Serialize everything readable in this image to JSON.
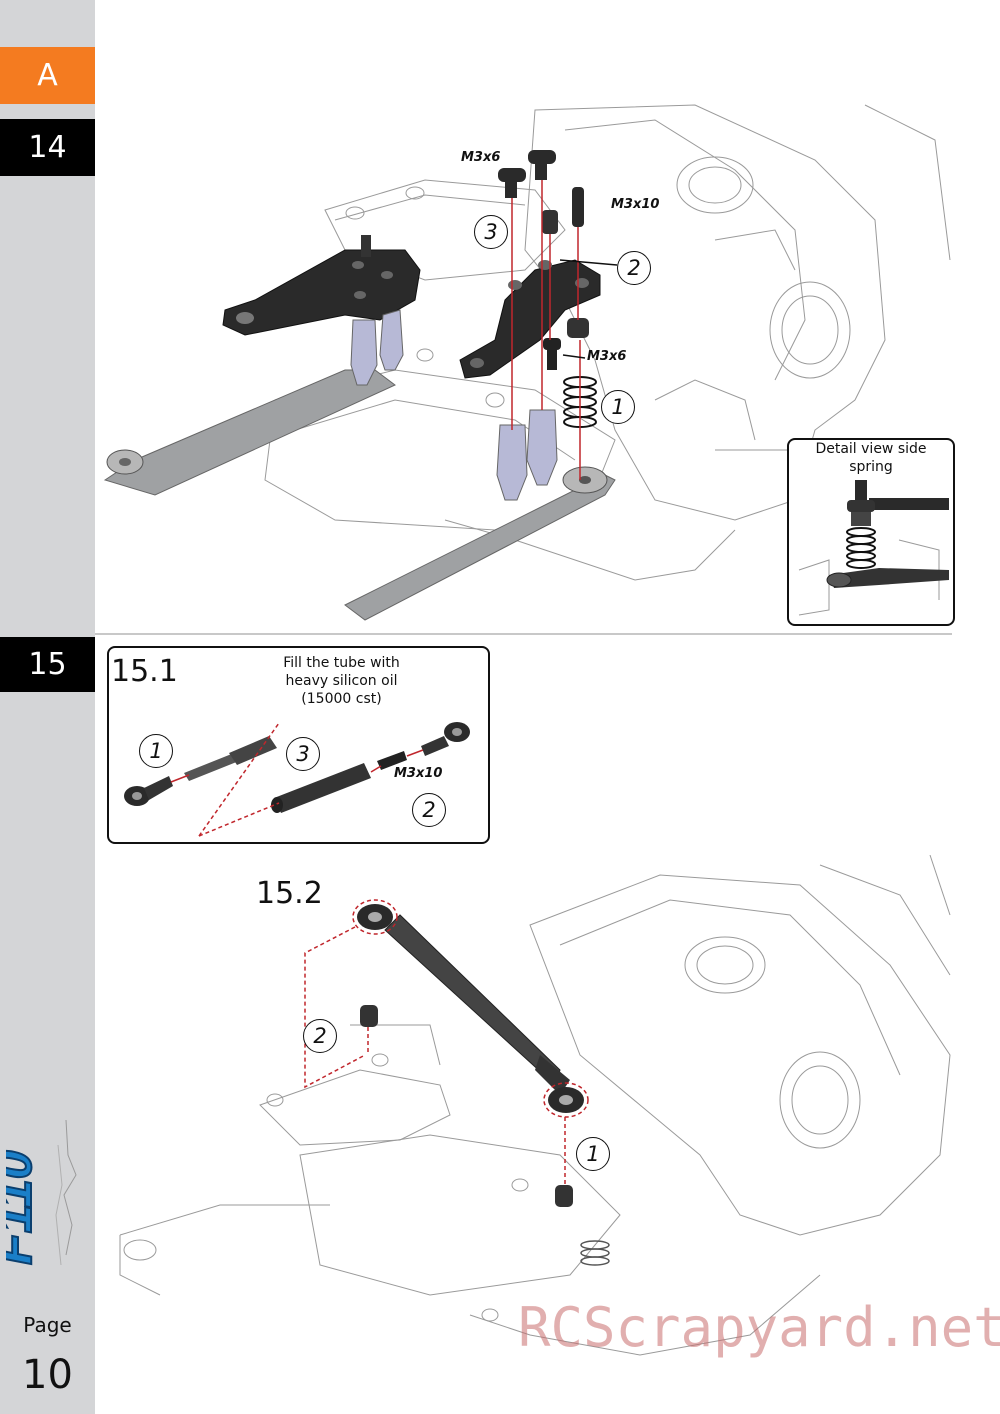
{
  "sidebar": {
    "section_letter": "A",
    "step_14": "14",
    "step_15": "15",
    "page_label": "Page",
    "page_number": "10",
    "logo_text": "F110"
  },
  "step14": {
    "callouts": {
      "m3x6_top": "M3x6",
      "m3x10": "M3x10",
      "m3x6_mid": "M3x6"
    },
    "part_numbers": [
      "3",
      "2",
      "1"
    ],
    "detail_view_title": "Detail view side\nspring"
  },
  "step15": {
    "sub1": {
      "label": "15.1",
      "note": "Fill the tube with\nheavy silicon oil\n(15000 cst)",
      "callout_m3x10": "M3x10",
      "part_numbers": [
        "1",
        "3",
        "2"
      ]
    },
    "sub2": {
      "label": "15.2",
      "part_numbers": [
        "2",
        "1"
      ]
    }
  },
  "watermark": "RCScrapyard.net",
  "colors": {
    "accent_orange": "#f47b20",
    "sidebar_gray": "#d4d5d7",
    "tab_black": "#000000",
    "guide_red": "#c0262c",
    "aluminium": "#b7b9d6",
    "carbon": "#2a2a2a"
  }
}
